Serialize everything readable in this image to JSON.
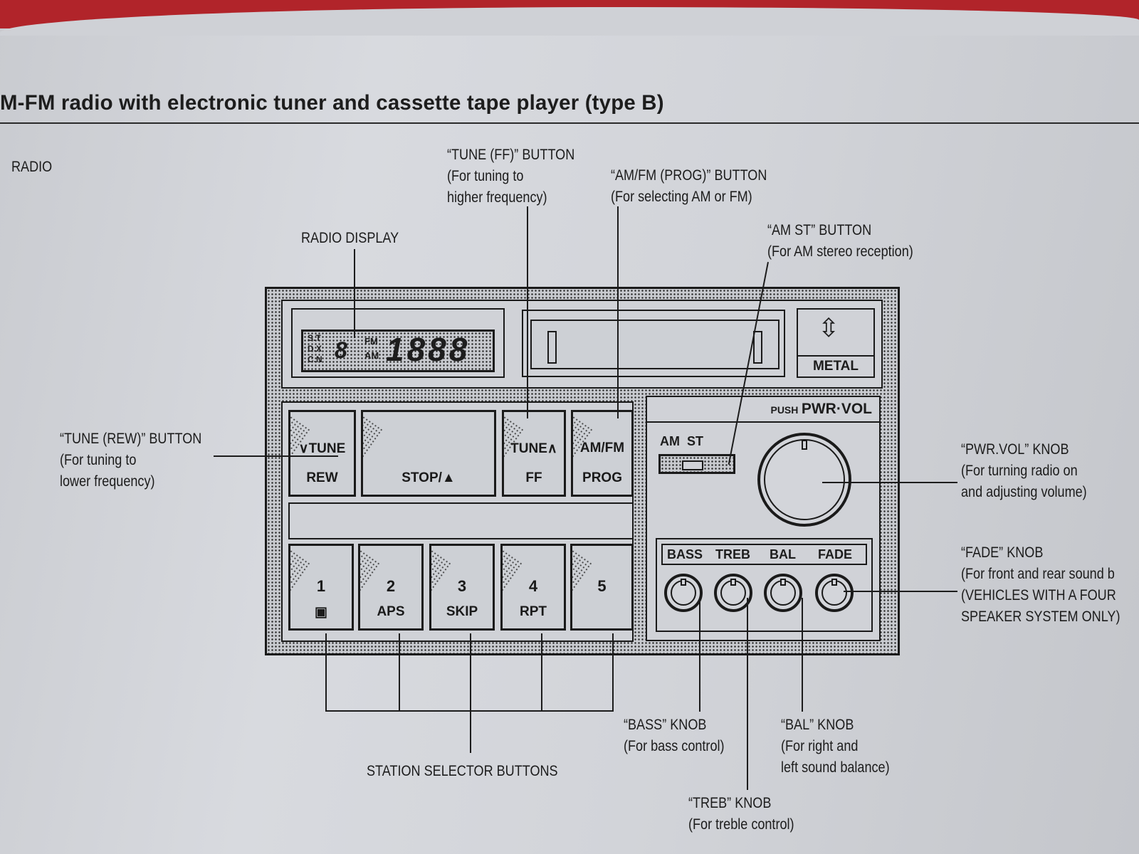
{
  "page": {
    "title": "M-FM radio with electronic tuner and cassette tape player (type B)",
    "section_label": "RADIO"
  },
  "callouts": {
    "radio_display": {
      "title": "RADIO DISPLAY"
    },
    "tune_ff": {
      "title": "“TUNE (FF)” BUTTON",
      "desc": [
        "(For tuning to",
        "higher frequency)"
      ]
    },
    "am_fm_prog": {
      "title": "“AM/FM (PROG)” BUTTON",
      "desc": [
        "(For selecting AM or FM)"
      ]
    },
    "am_st": {
      "title": "“AM ST” BUTTON",
      "desc": [
        "(For AM stereo reception)"
      ]
    },
    "tune_rew": {
      "title": "“TUNE (REW)” BUTTON",
      "desc": [
        "(For tuning to",
        "lower frequency)"
      ]
    },
    "pwr_vol": {
      "title": "“PWR.VOL” KNOB",
      "desc": [
        "(For turning radio on",
        "and adjusting volume)"
      ]
    },
    "fade": {
      "title": "“FADE” KNOB",
      "desc": [
        "(For front and rear sound b",
        "(VEHICLES WITH A FOUR",
        "SPEAKER SYSTEM ONLY)"
      ]
    },
    "bass": {
      "title": "“BASS” KNOB",
      "desc": [
        "(For bass control)"
      ]
    },
    "bal": {
      "title": "“BAL” KNOB",
      "desc": [
        "(For right and",
        "left sound balance)"
      ]
    },
    "treb": {
      "title": "“TREB” KNOB",
      "desc": [
        "(For treble control)"
      ]
    },
    "station_selector": {
      "title": "STATION SELECTOR BUTTONS"
    }
  },
  "unit": {
    "display": {
      "indicators": [
        "S.T",
        "D.X",
        "C.N"
      ],
      "channel_digit": "8",
      "bands": [
        "FM",
        "AM"
      ],
      "frequency": "1888"
    },
    "cassette": {
      "metal_label": "METAL"
    },
    "buttons_top": [
      {
        "top": "∨TUNE",
        "bottom": "REW"
      },
      {
        "top": "",
        "bottom": "STOP/▲"
      },
      {
        "top": "TUNE∧",
        "bottom": "FF"
      },
      {
        "top": "AM/FM",
        "bottom": "PROG"
      }
    ],
    "presets": [
      {
        "num": "1",
        "sub": "▣"
      },
      {
        "num": "2",
        "sub": "APS"
      },
      {
        "num": "3",
        "sub": "SKIP"
      },
      {
        "num": "4",
        "sub": "RPT"
      },
      {
        "num": "5",
        "sub": ""
      }
    ],
    "am_st_label": "AM  ST",
    "pwr_vol_label": {
      "push": "PUSH",
      "main": "PWR·VOL"
    },
    "tone_labels": [
      "BASS",
      "TREB",
      "BAL",
      "FADE"
    ]
  },
  "colors": {
    "cover_red": "#b1242a",
    "ink": "#1a1a1a",
    "paper": "#d2d4d9"
  }
}
